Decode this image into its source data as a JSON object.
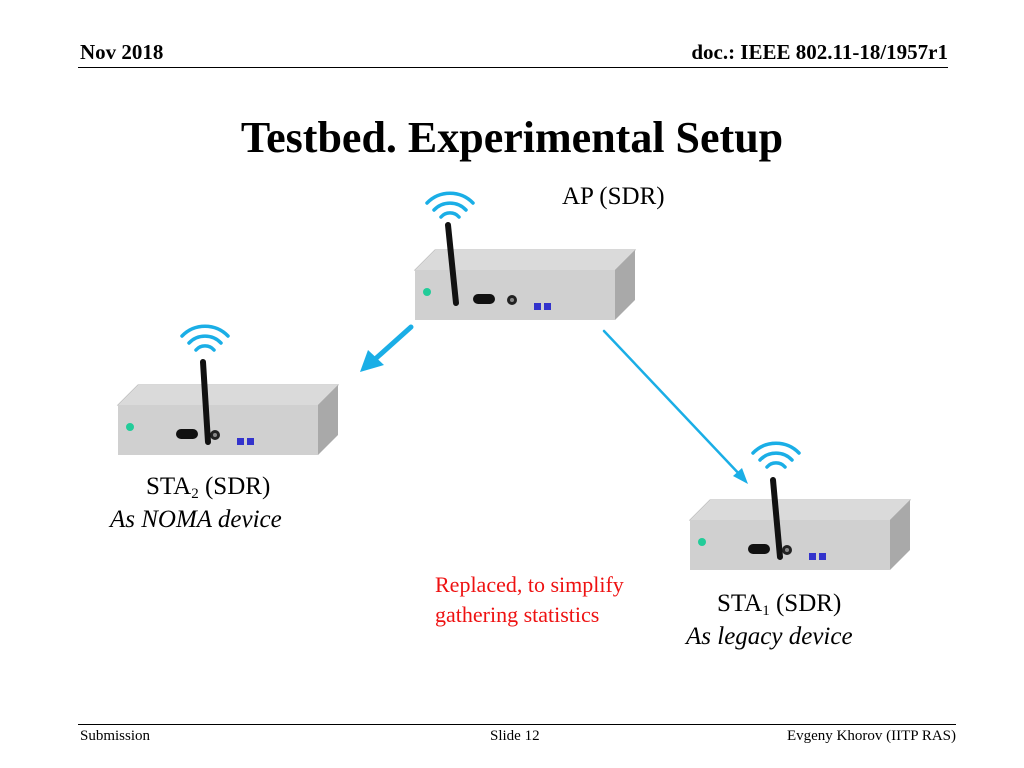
{
  "header": {
    "date": "Nov 2018",
    "doc_id": "doc.: IEEE 802.11-18/1957r1"
  },
  "title": "Testbed. Experimental Setup",
  "devices": {
    "ap": {
      "label": "AP (SDR)"
    },
    "sta2": {
      "name_prefix": "STA",
      "name_sub": "2",
      "name_suffix": " (SDR)",
      "role": "As NOMA device"
    },
    "sta1": {
      "name_prefix": "STA",
      "name_sub": "1",
      "name_suffix": " (SDR)",
      "role": "As legacy device"
    }
  },
  "note": {
    "line1": "Replaced, to simplify",
    "line2": "gathering statistics"
  },
  "footer": {
    "left": "Submission",
    "center": "Slide 12",
    "right": "Evgeny Khorov (IITP RAS)"
  },
  "colors": {
    "arrow": "#1aaee6",
    "note": "#ee1111",
    "led": "#22cc99",
    "port": "#3333cc"
  },
  "icons": [
    "router-icon",
    "wifi-icon",
    "antenna-icon",
    "arrow-icon"
  ]
}
